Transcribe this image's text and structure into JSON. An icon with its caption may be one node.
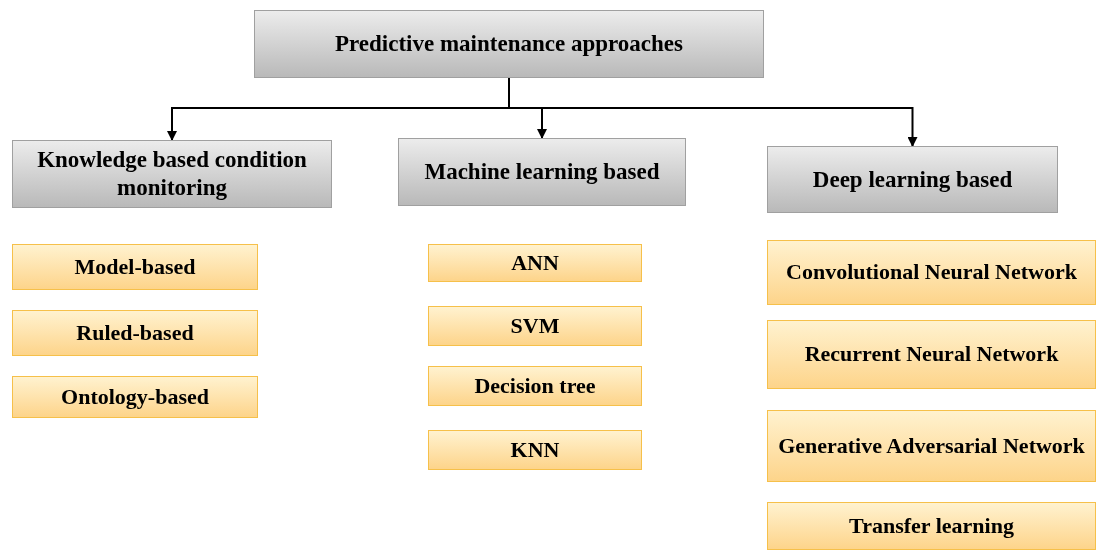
{
  "diagram": {
    "nodes": [
      {
        "text": [
          "Predictive maintenance approaches"
        ]
      },
      {
        "text": [
          "Knowledge based condition monitoring"
        ]
      },
      {
        "text": [
          "Machine learning based"
        ]
      },
      {
        "text": [
          "Deep learning based"
        ]
      },
      {
        "text": [
          "Model-based"
        ]
      },
      {
        "text": [
          "Ruled-based"
        ]
      },
      {
        "text": [
          "Ontology-based"
        ]
      },
      {
        "text": [
          "ANN"
        ]
      },
      {
        "text": [
          "SVM"
        ]
      },
      {
        "text": [
          "Decision tree"
        ]
      },
      {
        "text": [
          "KNN"
        ]
      },
      {
        "text": [
          "Convolutional Neural Network"
        ]
      },
      {
        "text": [
          "Recurrent Neural Network"
        ]
      },
      {
        "text": [
          "Generative Adversarial Network"
        ]
      },
      {
        "text": [
          "Transfer learning"
        ]
      }
    ],
    "edges": [
      {
        "from": 0,
        "to": 1,
        "arrow": "to"
      },
      {
        "from": 0,
        "to": 2,
        "arrow": "to"
      },
      {
        "from": 0,
        "to": 3,
        "arrow": "to"
      }
    ]
  }
}
